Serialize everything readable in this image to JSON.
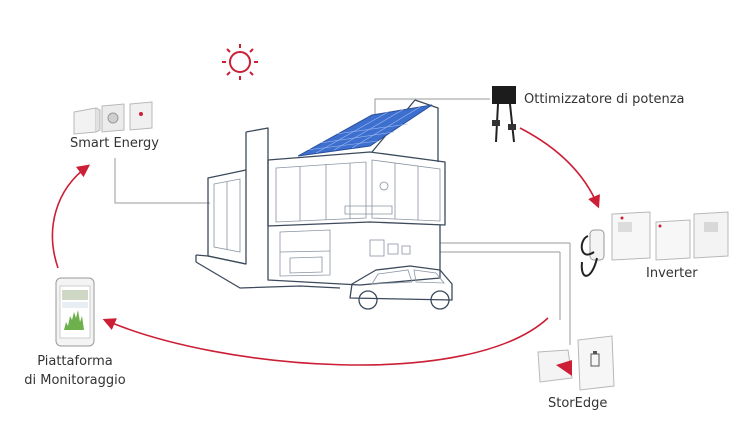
{
  "labels": {
    "smart_energy": "Smart Energy",
    "optimizer": "Ottimizzatore di potenza",
    "inverter": "Inverter",
    "storedge": "StorEdge",
    "monitoring_line1": "Piattaforma",
    "monitoring_line2": "di Monitoraggio"
  },
  "colors": {
    "accent_red": "#cc1f36",
    "line_gray": "#9a9a9a",
    "house_stroke": "#3c4a5c",
    "solar_blue": "#3d6fcf"
  },
  "icons": [
    "sun-icon",
    "smart-plug-icon",
    "power-optimizer-icon",
    "ev-charger-icon",
    "inverter-icon",
    "battery-icon",
    "smartphone-icon",
    "car-icon",
    "solar-panel-icon"
  ]
}
